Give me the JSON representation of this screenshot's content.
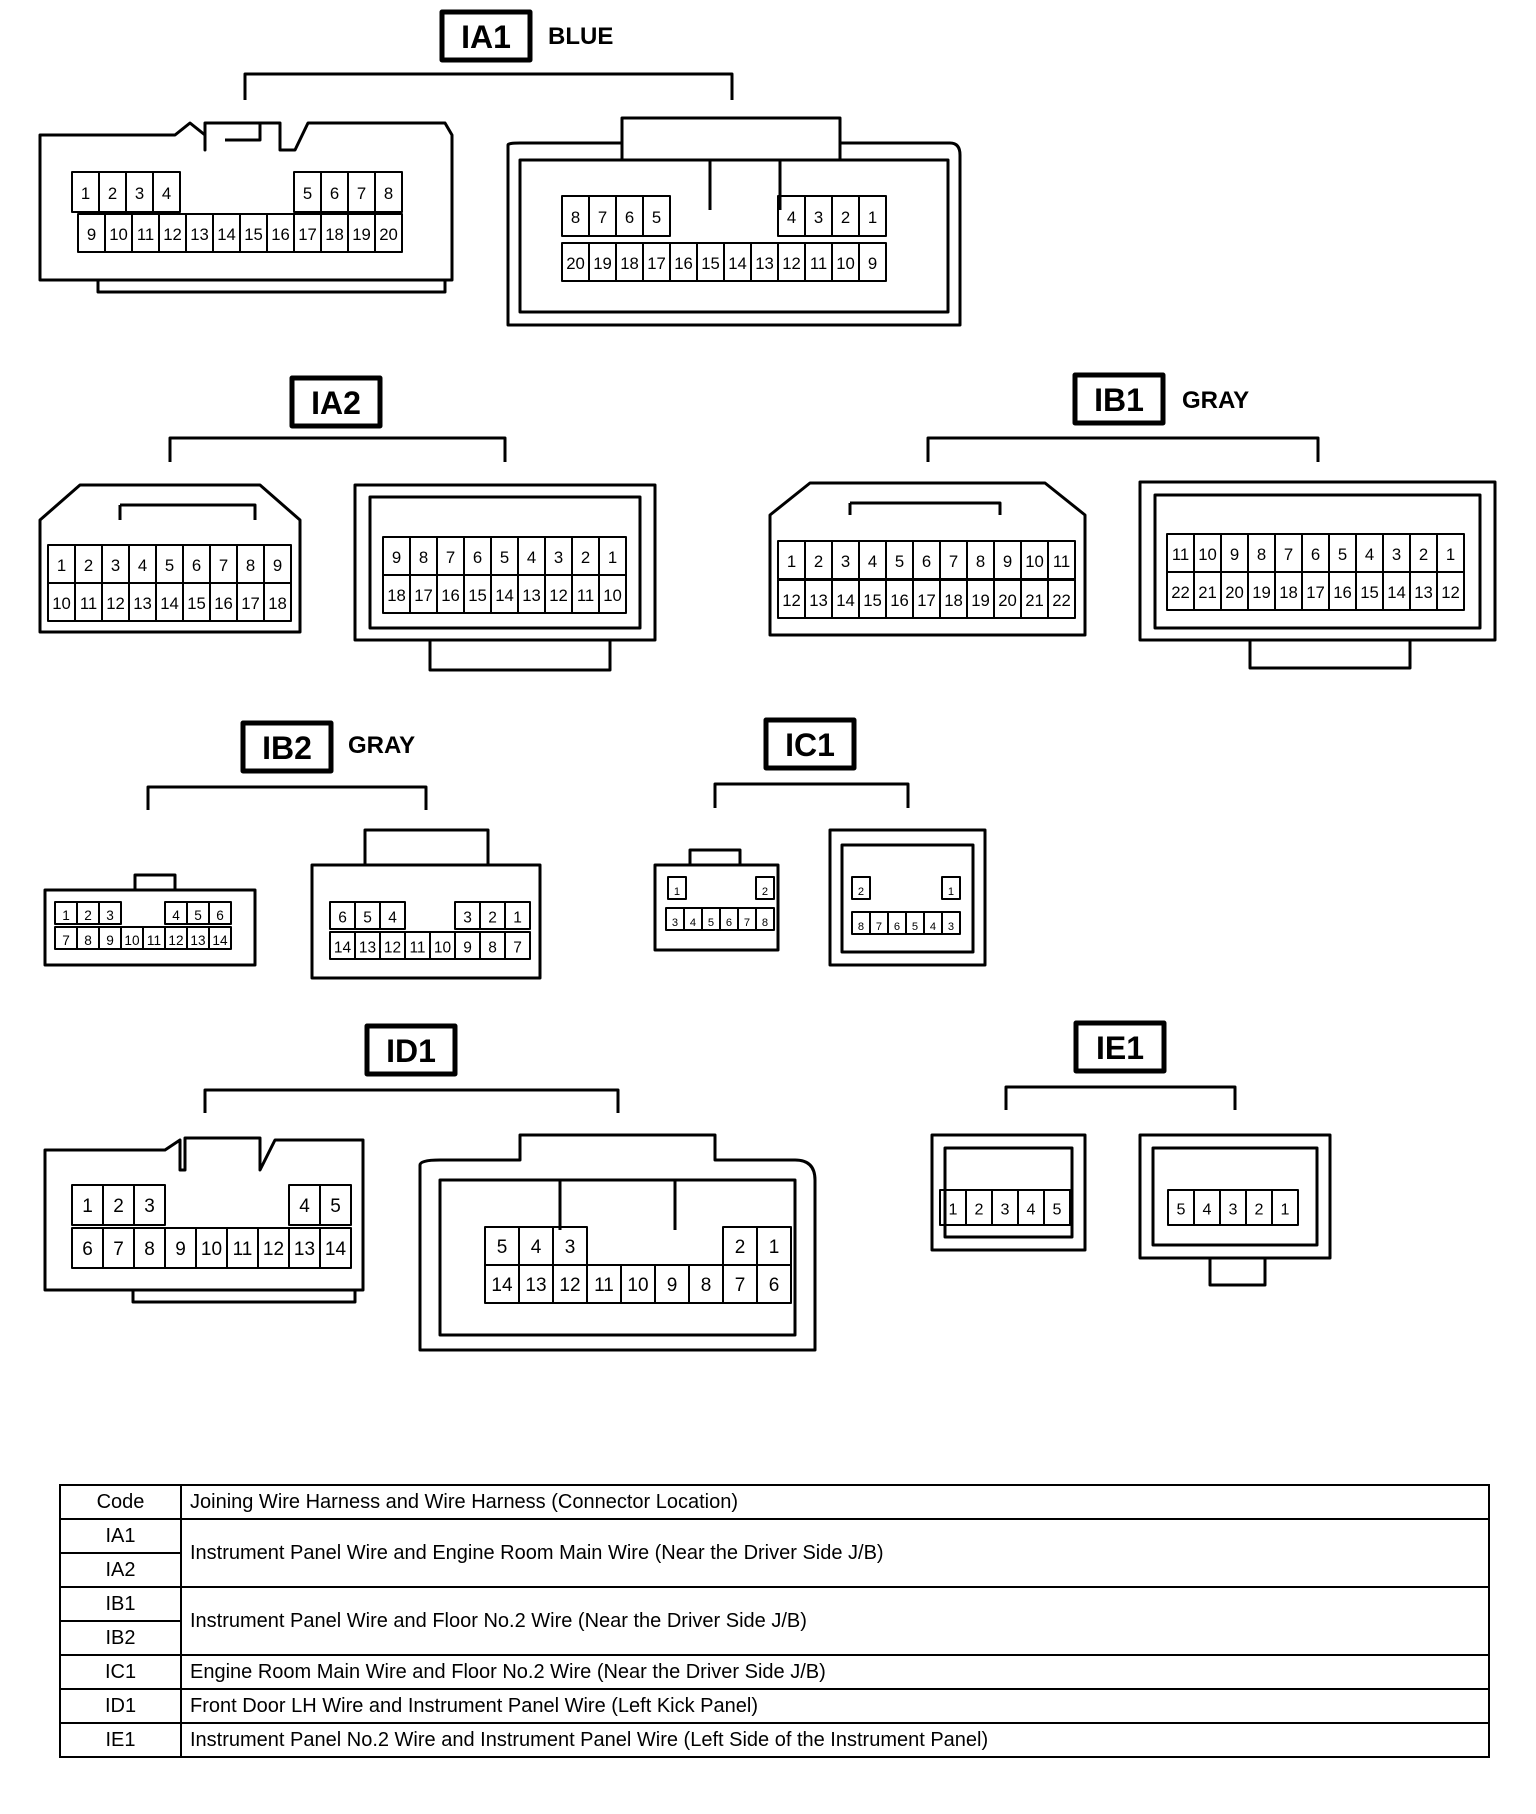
{
  "connectors": [
    {
      "code": "IA1",
      "color": "BLUE",
      "left": {
        "row1": [
          "1",
          "2",
          "3",
          "4",
          "5",
          "6",
          "7",
          "8"
        ],
        "row2": [
          "9",
          "10",
          "11",
          "12",
          "13",
          "14",
          "15",
          "16",
          "17",
          "18",
          "19",
          "20"
        ]
      },
      "right": {
        "row1": [
          "8",
          "7",
          "6",
          "5",
          "4",
          "3",
          "2",
          "1"
        ],
        "row2": [
          "20",
          "19",
          "18",
          "17",
          "16",
          "15",
          "14",
          "13",
          "12",
          "11",
          "10",
          "9"
        ]
      }
    },
    {
      "code": "IA2",
      "color": "",
      "left": {
        "row1": [
          "1",
          "2",
          "3",
          "4",
          "5",
          "6",
          "7",
          "8",
          "9"
        ],
        "row2": [
          "10",
          "11",
          "12",
          "13",
          "14",
          "15",
          "16",
          "17",
          "18"
        ]
      },
      "right": {
        "row1": [
          "9",
          "8",
          "7",
          "6",
          "5",
          "4",
          "3",
          "2",
          "1"
        ],
        "row2": [
          "18",
          "17",
          "16",
          "15",
          "14",
          "13",
          "12",
          "11",
          "10"
        ]
      }
    },
    {
      "code": "IB1",
      "color": "GRAY",
      "left": {
        "row1": [
          "1",
          "2",
          "3",
          "4",
          "5",
          "6",
          "7",
          "8",
          "9",
          "10",
          "11"
        ],
        "row2": [
          "12",
          "13",
          "14",
          "15",
          "16",
          "17",
          "18",
          "19",
          "20",
          "21",
          "22"
        ]
      },
      "right": {
        "row1": [
          "11",
          "10",
          "9",
          "8",
          "7",
          "6",
          "5",
          "4",
          "3",
          "2",
          "1"
        ],
        "row2": [
          "22",
          "21",
          "20",
          "19",
          "18",
          "17",
          "16",
          "15",
          "14",
          "13",
          "12"
        ]
      }
    },
    {
      "code": "IB2",
      "color": "GRAY",
      "left": {
        "row1": [
          "1",
          "2",
          "3",
          "4",
          "5",
          "6"
        ],
        "row2": [
          "7",
          "8",
          "9",
          "10",
          "11",
          "12",
          "13",
          "14"
        ]
      },
      "right": {
        "row1": [
          "6",
          "5",
          "4",
          "3",
          "2",
          "1"
        ],
        "row2": [
          "14",
          "13",
          "12",
          "11",
          "10",
          "9",
          "8",
          "7"
        ]
      }
    },
    {
      "code": "IC1",
      "color": "",
      "left": {
        "row1": [
          "1",
          "2"
        ],
        "row2": [
          "3",
          "4",
          "5",
          "6",
          "7",
          "8"
        ]
      },
      "right": {
        "row1": [
          "2",
          "1"
        ],
        "row2": [
          "8",
          "7",
          "6",
          "5",
          "4",
          "3"
        ]
      }
    },
    {
      "code": "ID1",
      "color": "",
      "left": {
        "row1": [
          "1",
          "2",
          "3",
          "4",
          "5"
        ],
        "row2": [
          "6",
          "7",
          "8",
          "9",
          "10",
          "11",
          "12",
          "13",
          "14"
        ]
      },
      "right": {
        "row1": [
          "5",
          "4",
          "3",
          "2",
          "1"
        ],
        "row2": [
          "14",
          "13",
          "12",
          "11",
          "10",
          "9",
          "8",
          "7",
          "6"
        ]
      }
    },
    {
      "code": "IE1",
      "color": "",
      "left": {
        "row1": [
          "1",
          "2",
          "3",
          "4",
          "5"
        ],
        "row2": []
      },
      "right": {
        "row1": [
          "5",
          "4",
          "3",
          "2",
          "1"
        ],
        "row2": []
      }
    }
  ],
  "table": {
    "header": {
      "code": "Code",
      "desc": "Joining Wire Harness and Wire Harness (Connector Location)"
    },
    "rows": [
      {
        "code": "IA1",
        "desc": "Instrument Panel Wire and Engine Room Main Wire (Near the Driver Side J/B)",
        "group_start": true,
        "span": 2
      },
      {
        "code": "IA2"
      },
      {
        "code": "IB1",
        "desc": "Instrument Panel Wire and Floor No.2 Wire (Near the Driver Side J/B)",
        "group_start": true,
        "span": 2
      },
      {
        "code": "IB2"
      },
      {
        "code": "IC1",
        "desc": "Engine Room Main Wire and Floor No.2 Wire (Near the Driver Side J/B)",
        "group_start": true,
        "span": 1
      },
      {
        "code": "ID1",
        "desc": "Front Door LH Wire and Instrument Panel Wire (Left Kick Panel)",
        "group_start": true,
        "span": 1
      },
      {
        "code": "IE1",
        "desc": "Instrument Panel No.2 Wire and Instrument Panel Wire (Left Side of the Instrument Panel)",
        "group_start": true,
        "span": 1
      }
    ]
  }
}
